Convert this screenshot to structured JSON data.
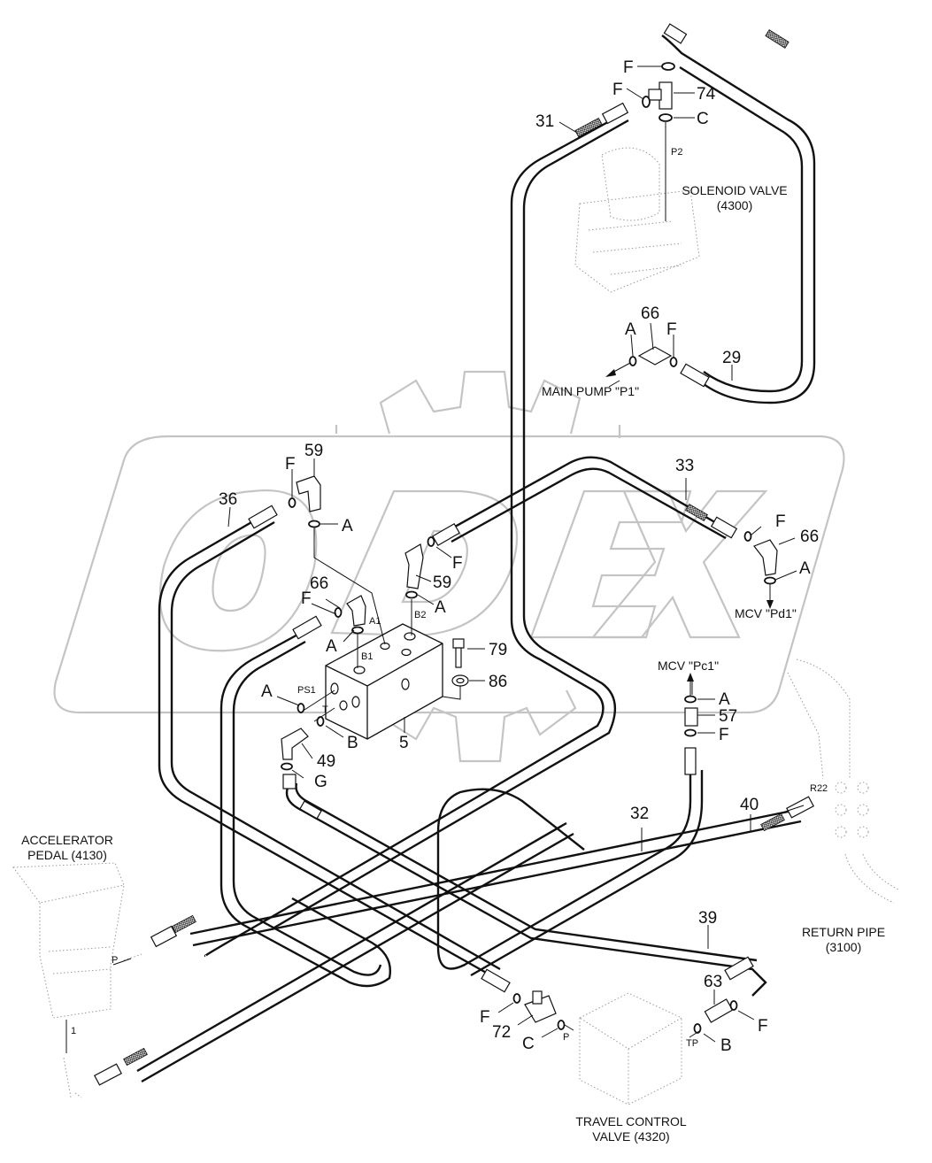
{
  "diagram": {
    "type": "hydraulic-piping-parts-diagram",
    "watermark": "ODEX",
    "components": [
      {
        "id": "solenoid-valve",
        "label_line1": "SOLENOID VALVE",
        "label_line2": "(4300)"
      },
      {
        "id": "main-pump",
        "label": "MAIN PUMP \"P1\""
      },
      {
        "id": "mcv-pd1",
        "label": "MCV \"Pd1\""
      },
      {
        "id": "mcv-pc1",
        "label": "MCV \"Pc1\""
      },
      {
        "id": "accelerator-pedal",
        "label_line1": "ACCELERATOR",
        "label_line2": "PEDAL (4130)"
      },
      {
        "id": "return-pipe",
        "label_line1": "RETURN PIPE",
        "label_line2": "(3100)"
      },
      {
        "id": "travel-control-valve",
        "label_line1": "TRAVEL CONTROL",
        "label_line2": "VALVE (4320)"
      }
    ],
    "part_callouts": [
      "31",
      "74",
      "66",
      "29",
      "59",
      "36",
      "33",
      "59",
      "66",
      "79",
      "86",
      "5",
      "49",
      "57",
      "32",
      "40",
      "39",
      "63",
      "72",
      "1"
    ],
    "seal_callouts": {
      "F": "F",
      "C": "C",
      "A": "A",
      "B": "B",
      "G": "G"
    },
    "port_labels": {
      "p2": "P2",
      "a1": "A1",
      "b1": "B1",
      "b2": "B2",
      "ps1": "PS1",
      "t": "T",
      "p_pedal": "P",
      "p_tcv": "P",
      "tp": "TP",
      "r22": "R22"
    },
    "callouts": {
      "c31": "31",
      "c74": "74",
      "c66_top": "66",
      "c29": "29",
      "c59_left": "59",
      "c36": "36",
      "c33": "33",
      "c59_mid": "59",
      "c66_right": "66",
      "c66_block": "66",
      "c79": "79",
      "c86": "86",
      "c5": "5",
      "c49": "49",
      "c57": "57",
      "c32": "32",
      "c40": "40",
      "c39": "39",
      "c63": "63",
      "c72": "72",
      "c1": "1"
    }
  }
}
